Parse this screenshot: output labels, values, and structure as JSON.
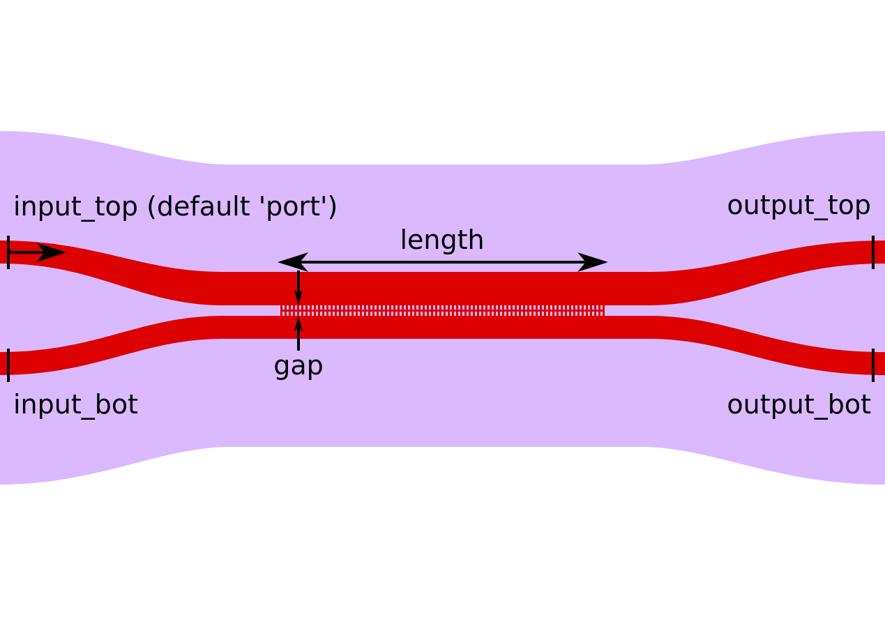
{
  "labels": {
    "input_top": "input_top (default 'port')",
    "output_top": "output_top",
    "input_bot": "input_bot",
    "output_bot": "output_bot",
    "length": "length",
    "gap": "gap"
  },
  "colors": {
    "cladding": "#dbb9ff",
    "waveguide": "#dd0000",
    "annotation": "#000000",
    "background": "#ffffff"
  }
}
